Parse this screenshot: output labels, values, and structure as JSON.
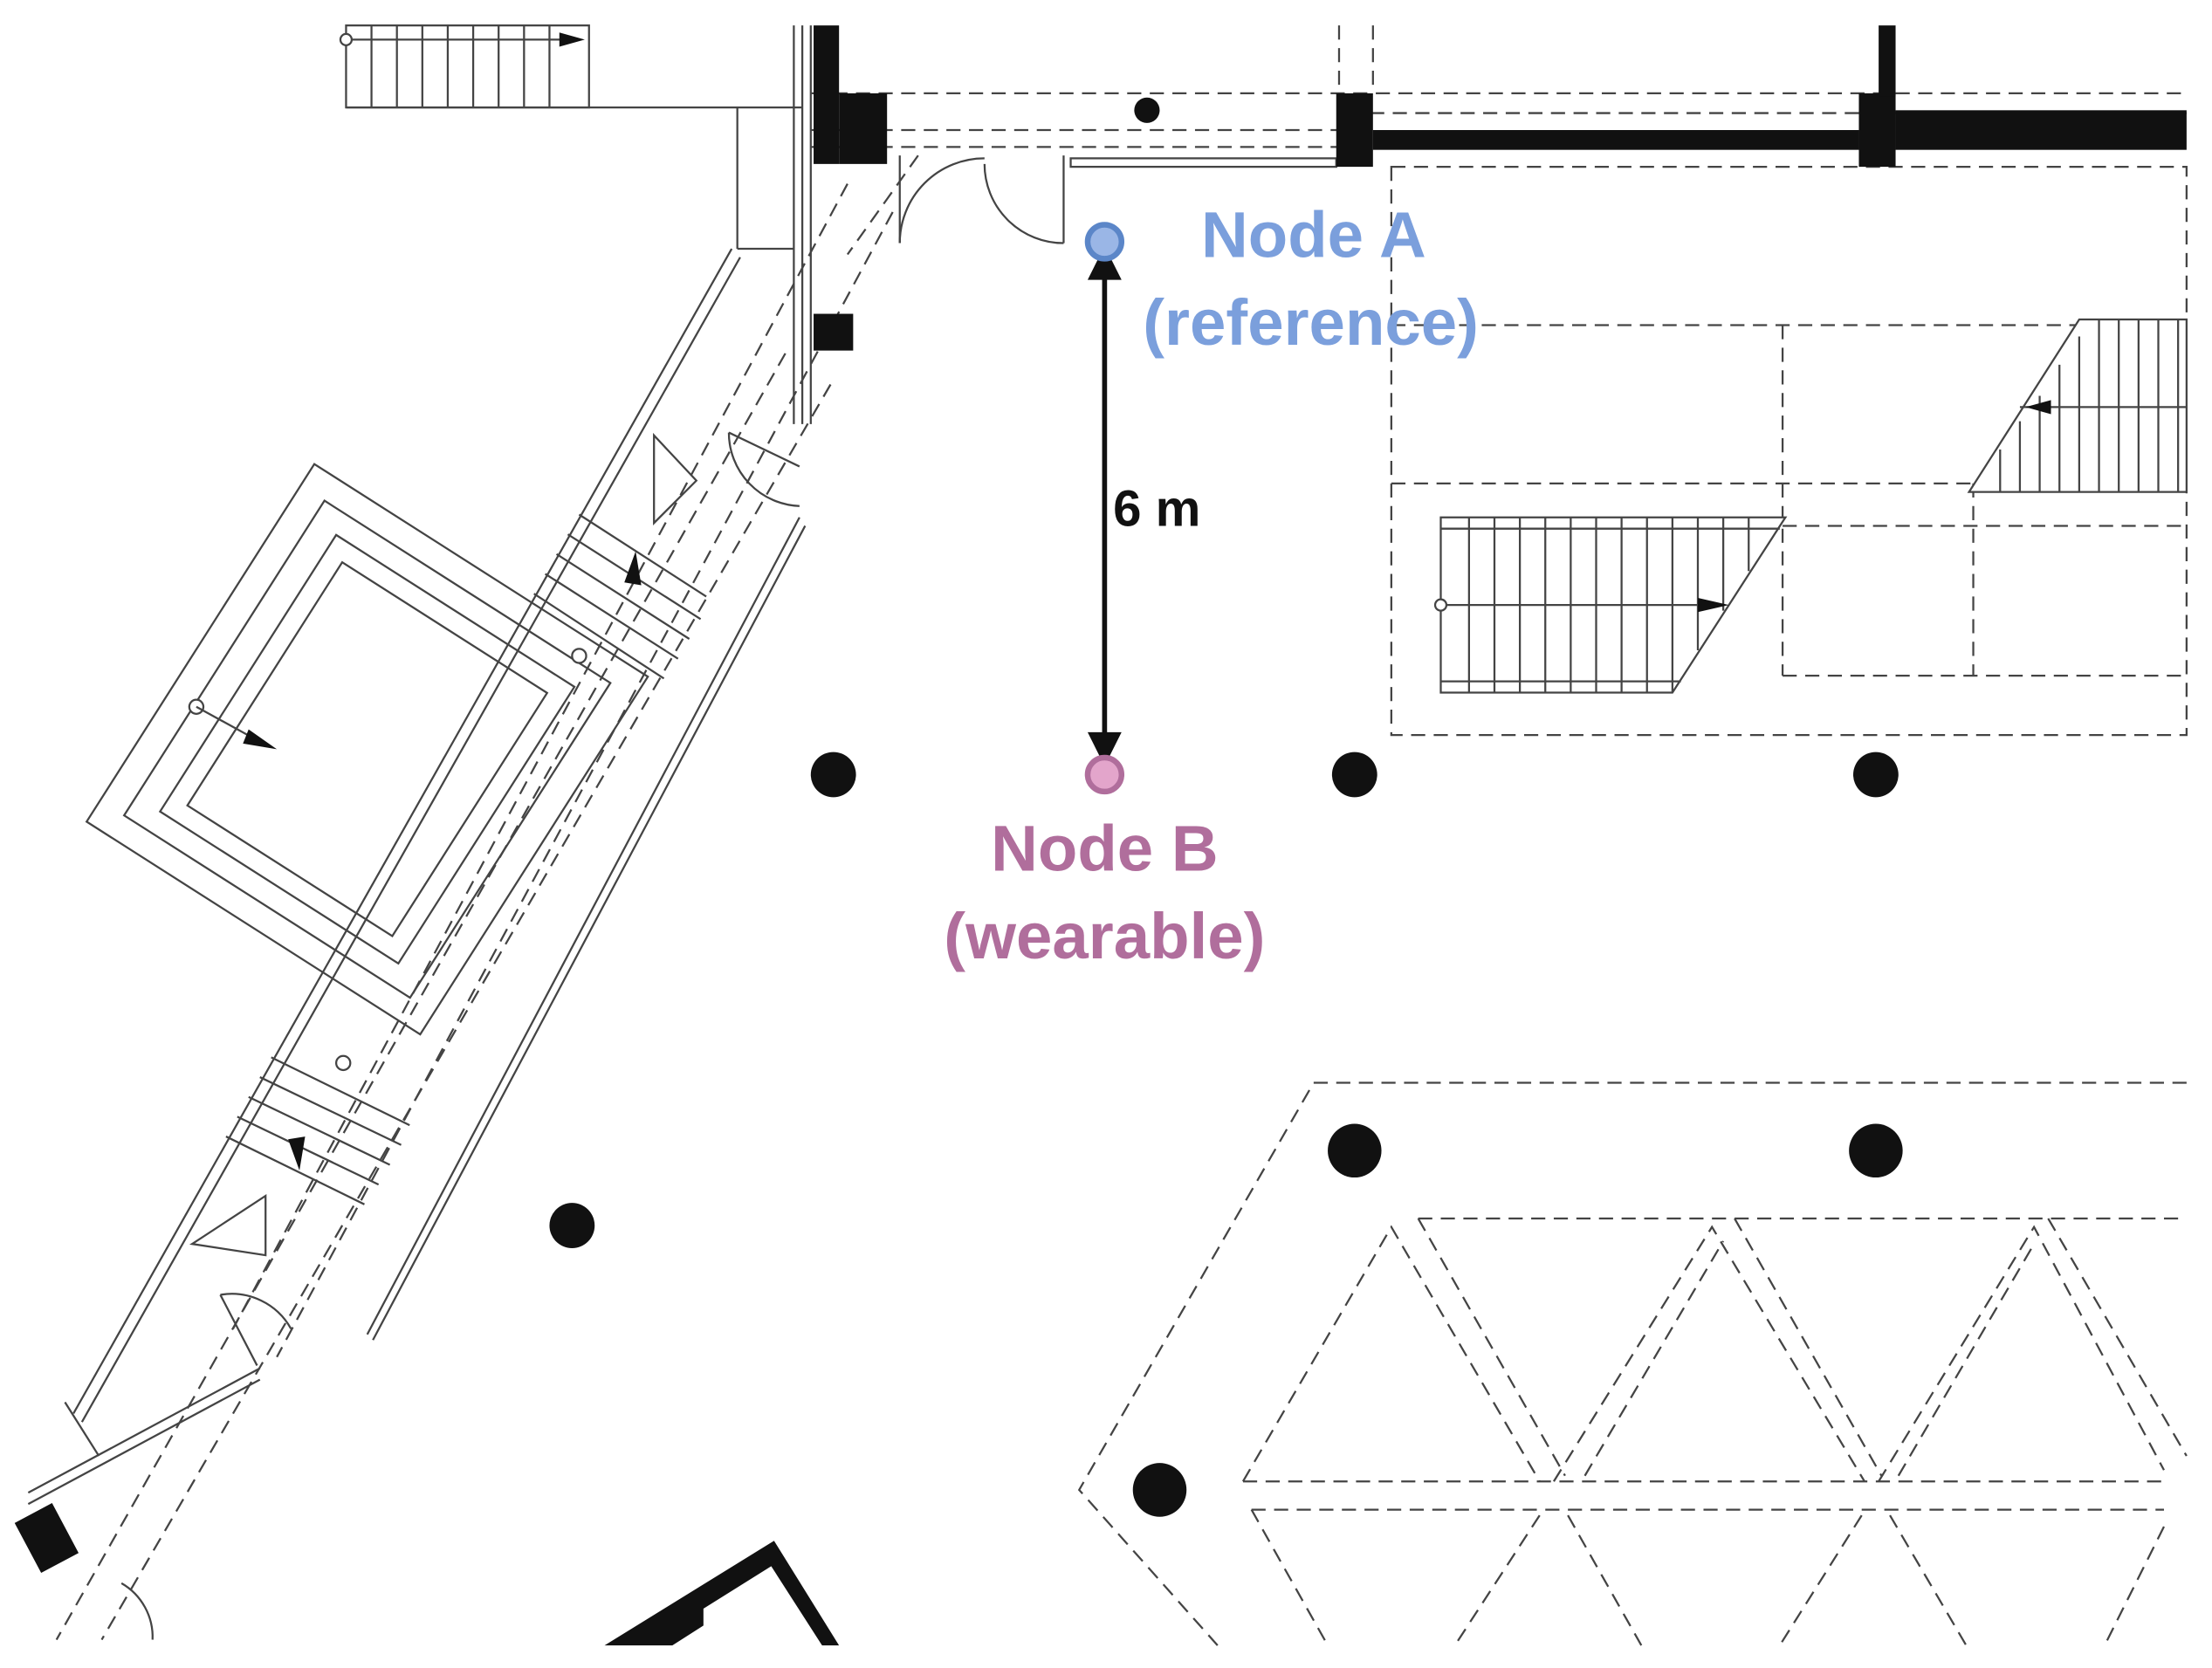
{
  "nodes": {
    "a": {
      "title": "Node A",
      "role": "(reference)",
      "color": "#7b9fdc",
      "dot_color": "#5b86c8"
    },
    "b": {
      "title": "Node B",
      "role": "(wearable)",
      "color": "#b06e9c",
      "dot_color": "#c27aa6"
    }
  },
  "distance": {
    "label": "6 m"
  },
  "colors": {
    "ink": "#111111",
    "line": "#444444"
  },
  "icons": {
    "distance_arrow": "double-arrow-icon"
  }
}
